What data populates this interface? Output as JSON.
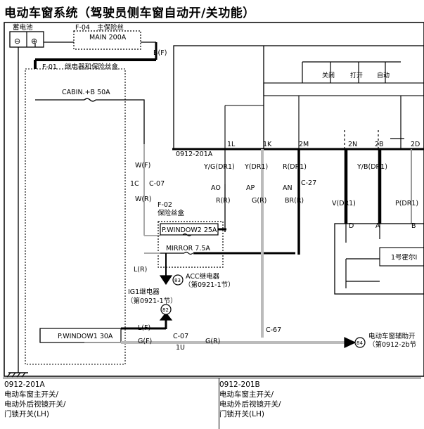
{
  "title": "电动车窗系统（驾驶员侧车窗自动开/关功能）",
  "battery": {
    "label": "蓄电池",
    "neg": "⊖",
    "pos": "⊕"
  },
  "fuse_box_main": {
    "code": "F-04",
    "name": "主保险丝",
    "fuse": "MAIN 200A",
    "wire": "B(F)"
  },
  "relay_box": {
    "code": "F-01",
    "name": "继电器和保险丝盒",
    "fuse": "CABIN.+B 50A"
  },
  "fuse_box_2": {
    "code": "F-02",
    "name": "保险丝盒",
    "fuse1": "P.WINDOW2 25A",
    "fuse2": "MIRROR 7.5A"
  },
  "switch_labels": [
    "关闭",
    "打开",
    "自动"
  ],
  "connector_main": "0912-201A",
  "pins": [
    "1L",
    "1K",
    "2M",
    "2N",
    "2B",
    "2D"
  ],
  "wire_colors": {
    "w1": "Y/G(DR1)",
    "w2": "Y(DR1)",
    "w3": "R(DR1)",
    "w4": "Y/B(DR1)",
    "w5": "V(DR1)",
    "w6": "P(DR1)",
    "w7": "R(R)",
    "w8": "G(R)",
    "w9": "BR(R)",
    "wf": "W(F)",
    "wr": "W(R)",
    "lr": "L(R)",
    "lf": "L(F)",
    "gf": "G(F)",
    "gr": "G(R)"
  },
  "connectors": {
    "c07_top": "C-07",
    "c07_pin": "1C",
    "c27": "C-27",
    "c67": "C-67",
    "c07_bottom": "C-07",
    "c07_bottom_pin": "1U",
    "pin_ao": "AO",
    "pin_ap": "AP",
    "pin_an": "AN"
  },
  "refs": {
    "r83": "83",
    "acc_relay": "ACC继电器",
    "acc_sec": "（第0921-1节）",
    "ig1_relay": "IG1继电器",
    "ig1_sec": "（第0921-1节）",
    "r82": "82",
    "r84": "84",
    "aux_label": "电动车窗辅助开",
    "aux_sec": "（第0912-2b节"
  },
  "motor": {
    "pin_d": "D",
    "pin_a": "A",
    "pin_b": "B",
    "hall": "1号霍尔I"
  },
  "fuse_bottom": "P.WINDOW1 30A",
  "footer": {
    "left": [
      "0912-201A",
      "电动车窗主开关/",
      "电动外后视镜开关/",
      "门锁开关(LH)"
    ],
    "right": [
      "0912-201B",
      "电动车窗主开关/",
      "电动外后视镜开关/",
      "门锁开关(LH)"
    ]
  }
}
